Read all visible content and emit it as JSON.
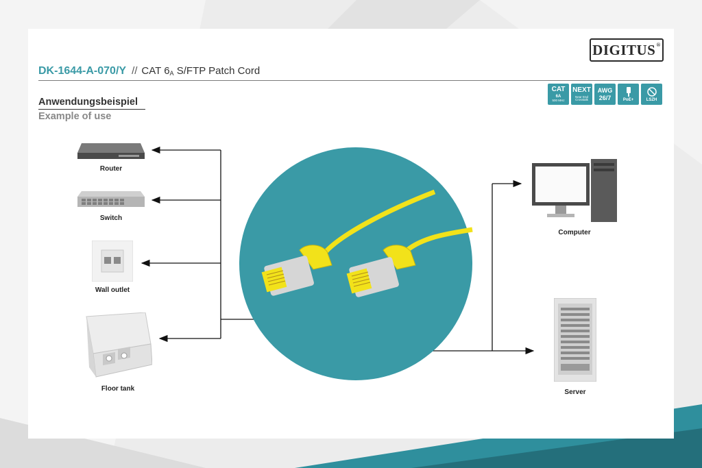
{
  "brand": {
    "logo_text": "DIGITUS",
    "reg_mark": "®"
  },
  "header": {
    "product_code": "DK-1644-A-070/Y",
    "separator": "//",
    "desc_prefix": "CAT 6",
    "desc_sub": "A",
    "desc_suffix": " S/FTP Patch Cord"
  },
  "badges": {
    "cat": {
      "title": "CAT",
      "sub": "6A",
      "tiny": "500 MHz"
    },
    "next": {
      "title": "NEXT",
      "tiny": "Near End Crosstalk"
    },
    "awg": {
      "title": "AWG",
      "value": "26/7"
    },
    "poe": {
      "label": "PoE+"
    },
    "lszh": {
      "label": "LSZH"
    }
  },
  "section": {
    "title_de": "Anwendungsbeispiel",
    "title_en": "Example of use"
  },
  "devices_left": {
    "router": "Router",
    "switch": "Switch",
    "wall_outlet": "Wall outlet",
    "floor_tank": "Floor tank"
  },
  "devices_right": {
    "computer": "Computer",
    "server": "Server"
  },
  "colors": {
    "accent": "#3a9aa6",
    "cable": "#f2e21a",
    "text": "#333333"
  }
}
